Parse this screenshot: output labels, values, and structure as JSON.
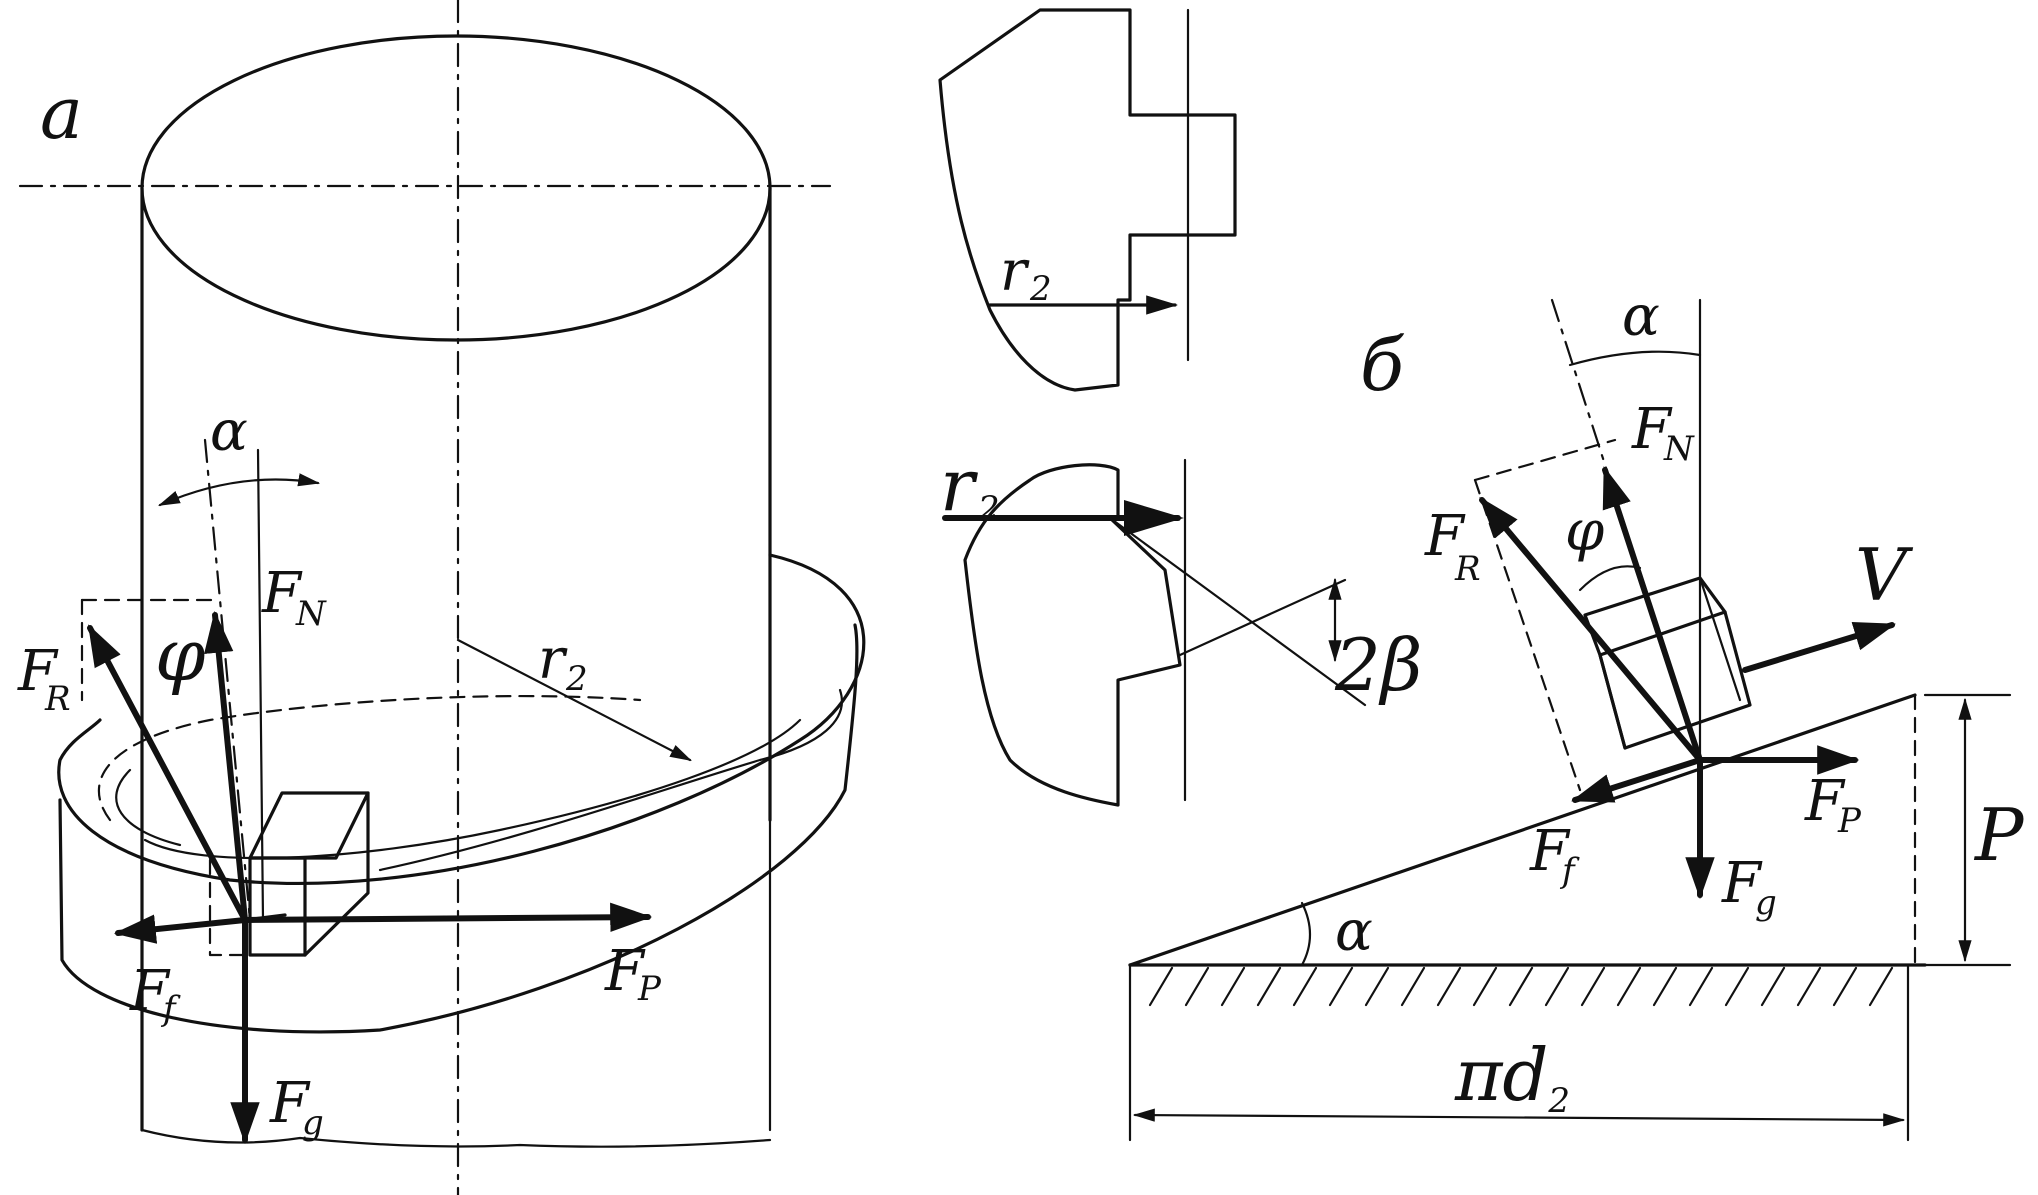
{
  "view_a": {
    "panel_label": "a",
    "alpha": "α",
    "phi": "φ",
    "f_n": "F",
    "f_n_sub": "N",
    "f_r": "F",
    "f_r_sub": "R",
    "f_f": "F",
    "f_f_sub": "f",
    "f_p": "F",
    "f_p_sub": "P",
    "f_g": "F",
    "f_g_sub": "g",
    "radius": "r",
    "radius_sub": "2"
  },
  "view_b": {
    "panel_label": "б",
    "alpha_top": "α",
    "alpha_incline": "α",
    "phi": "φ",
    "f_n": "F",
    "f_n_sub": "N",
    "f_r": "F",
    "f_r_sub": "R",
    "f_f": "F",
    "f_f_sub": "f",
    "f_p": "F",
    "f_p_sub": "P",
    "f_g": "F",
    "f_g_sub": "g",
    "velocity": "V",
    "pitch": "P",
    "circumference_pi": "π",
    "circumference_d": "d",
    "circumference_sub": "2",
    "radius_top": "r",
    "radius_top_sub": "2",
    "radius_bottom": "r",
    "radius_bottom_sub": "2",
    "thread_angle": "2β"
  }
}
